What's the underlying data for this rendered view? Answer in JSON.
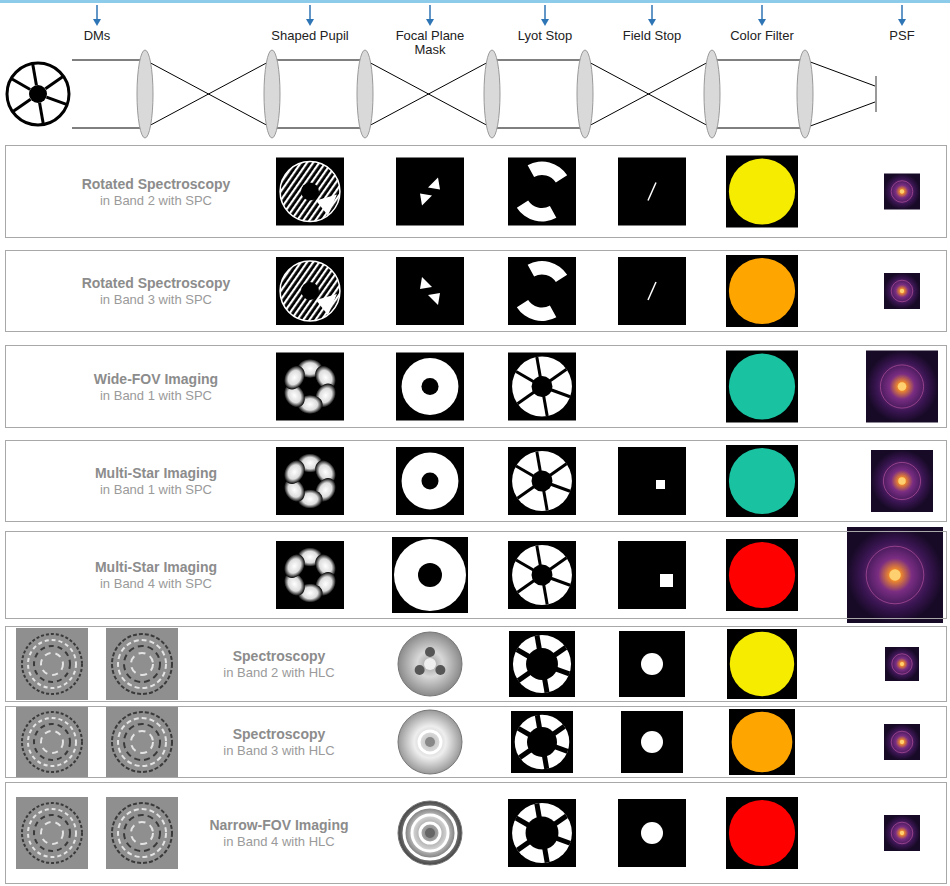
{
  "diagram": {
    "nodes": [
      {
        "text": [
          "Rotated Spectroscopy",
          "in Band 2 with SPC"
        ]
      },
      {
        "text": [
          "Rotated Spectroscopy",
          "in Band 3 with SPC"
        ]
      },
      {
        "text": [
          "Wide-FOV Imaging",
          "in Band 1 with SPC"
        ]
      },
      {
        "text": [
          "Multi-Star Imaging",
          "in Band 1 with SPC"
        ]
      },
      {
        "text": [
          "Multi-Star Imaging",
          "in Band 4 with SPC"
        ]
      },
      {
        "text": [
          "Spectroscopy",
          "in Band 2 with HLC"
        ]
      },
      {
        "text": [
          "Spectroscopy",
          "in Band 3 with HLC"
        ]
      },
      {
        "text": [
          "Narrow-FOV Imaging",
          "in Band 4 with HLC"
        ]
      }
    ],
    "labels": [
      "DMs",
      "Shaped Pupil",
      "Focal Plane Mask",
      "Lyot Stop",
      "Field Stop",
      "Color Filter",
      "PSF"
    ]
  }
}
